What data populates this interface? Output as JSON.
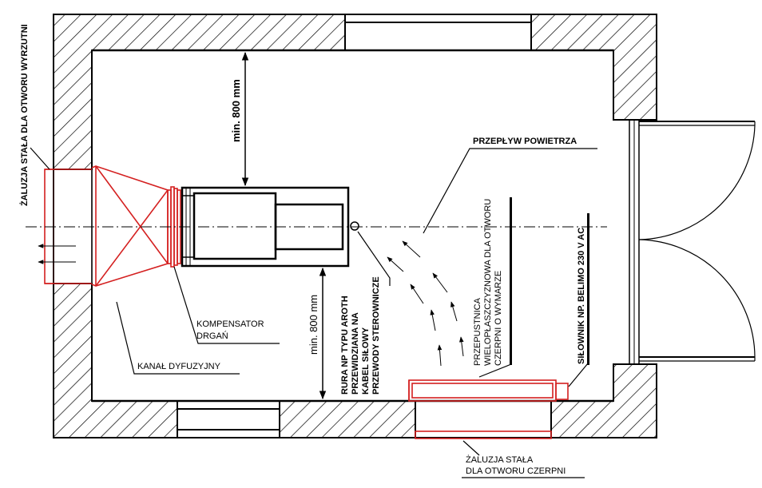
{
  "labels": {
    "louver_exhaust": "ŻALUZJA STAŁA DLA OTWORU WYRZUTNI",
    "dim_top": "min. 800 mm",
    "dim_right": "min. 800 mm",
    "airflow": "PRZEPŁYW POWIETRZA",
    "compensator_line1": "KOMPENSATOR",
    "compensator_line2": "DRGAŃ",
    "diffuser_duct": "KANAŁ DYFUZYJNY",
    "pipe_line1": "RURA NP TYPU AROTH",
    "pipe_line2": "PRZEWIDZIANA NA",
    "pipe_line3": "KABEL SIŁOWY",
    "pipe_line4": "PRZEWODY  STEROWNICZE",
    "damper_line1": "PRZEPUSTNICA",
    "damper_line2": "WIELOPŁASZCZYZNOWA DLA OTWORU",
    "damper_line3": "CZERPNI O WYMARZE",
    "actuator": "SIŁOWNIK NP. BELIMO 230 V AC",
    "louver_intake_line1": "ŻALUZJA STAŁA",
    "louver_intake_line2": "DLA OTWORU CZERPNI"
  },
  "colors": {
    "line": "#000000",
    "accent": "#d42020",
    "background": "#ffffff"
  }
}
